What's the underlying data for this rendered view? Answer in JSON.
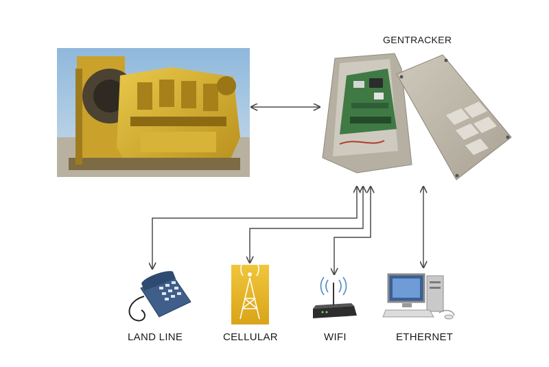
{
  "diagram": {
    "device_label": "GENTRACKER",
    "channels": [
      {
        "label": "LAND LINE",
        "icon": "telephone-icon"
      },
      {
        "label": "CELLULAR",
        "icon": "cellular-tower-icon"
      },
      {
        "label": "WIFI",
        "icon": "wifi-router-icon"
      },
      {
        "label": "ETHERNET",
        "icon": "desktop-computer-icon"
      }
    ],
    "images": {
      "generator": "generator-photo",
      "tracker": "gentracker-enclosure-photo"
    },
    "colors": {
      "arrow": "#4a4a4a",
      "generator": "#d9b230",
      "sky": "#9fc3e0",
      "enclosure": "#b9b3a6",
      "board": "#3f7a45",
      "phone": "#3f5e8a",
      "cellular_bg": "#e7b823"
    }
  }
}
